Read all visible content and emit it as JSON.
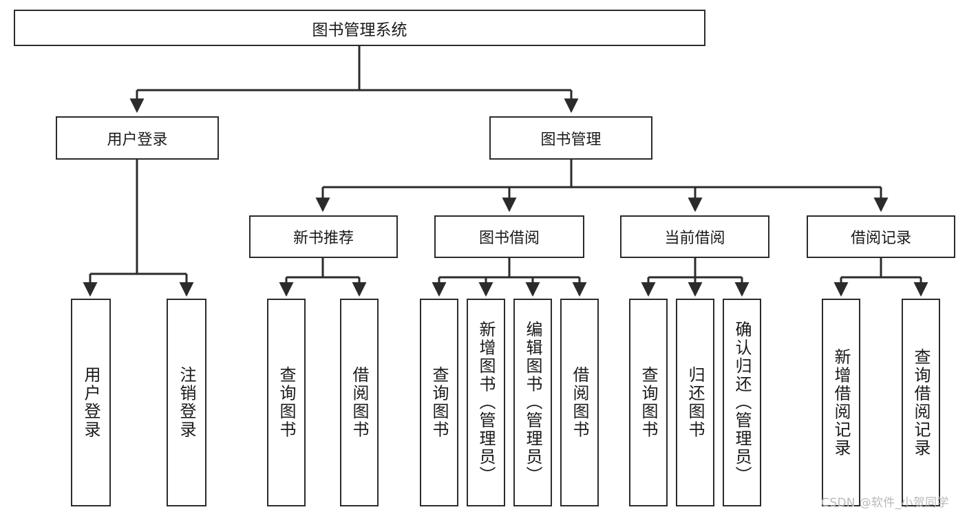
{
  "diagram": {
    "type": "tree-hierarchy-chart",
    "title": "图书管理系统",
    "line_color": "#2b2b2b",
    "box_fill": "#ffffff",
    "text_color": "#1a1a1a",
    "nodes": {
      "root": {
        "label": "图书管理系统",
        "level": 1
      },
      "level2": [
        {
          "label": "用户登录"
        },
        {
          "label": "图书管理"
        }
      ],
      "level3": [
        {
          "label": "新书推荐"
        },
        {
          "label": "图书借阅"
        },
        {
          "label": "当前借阅"
        },
        {
          "label": "借阅记录"
        }
      ],
      "leaves_user_login": [
        {
          "label": "用户登录"
        },
        {
          "label": "注销登录"
        }
      ],
      "leaves_new_book": [
        {
          "label": "查询图书"
        },
        {
          "label": "借阅图书"
        }
      ],
      "leaves_borrow": [
        {
          "label": "查询图书"
        },
        {
          "label": "新增图书（管理员）"
        },
        {
          "label": "编辑图书（管理员）"
        },
        {
          "label": "借阅图书"
        }
      ],
      "leaves_current": [
        {
          "label": "查询图书"
        },
        {
          "label": "归还图书"
        },
        {
          "label": "确认归还（管理员）"
        }
      ],
      "leaves_records": [
        {
          "label": "新增借阅记录"
        },
        {
          "label": "查询借阅记录"
        }
      ]
    }
  },
  "watermark": {
    "text": "CSDN @软件_小贺同学",
    "color": "#b9b9b9"
  }
}
